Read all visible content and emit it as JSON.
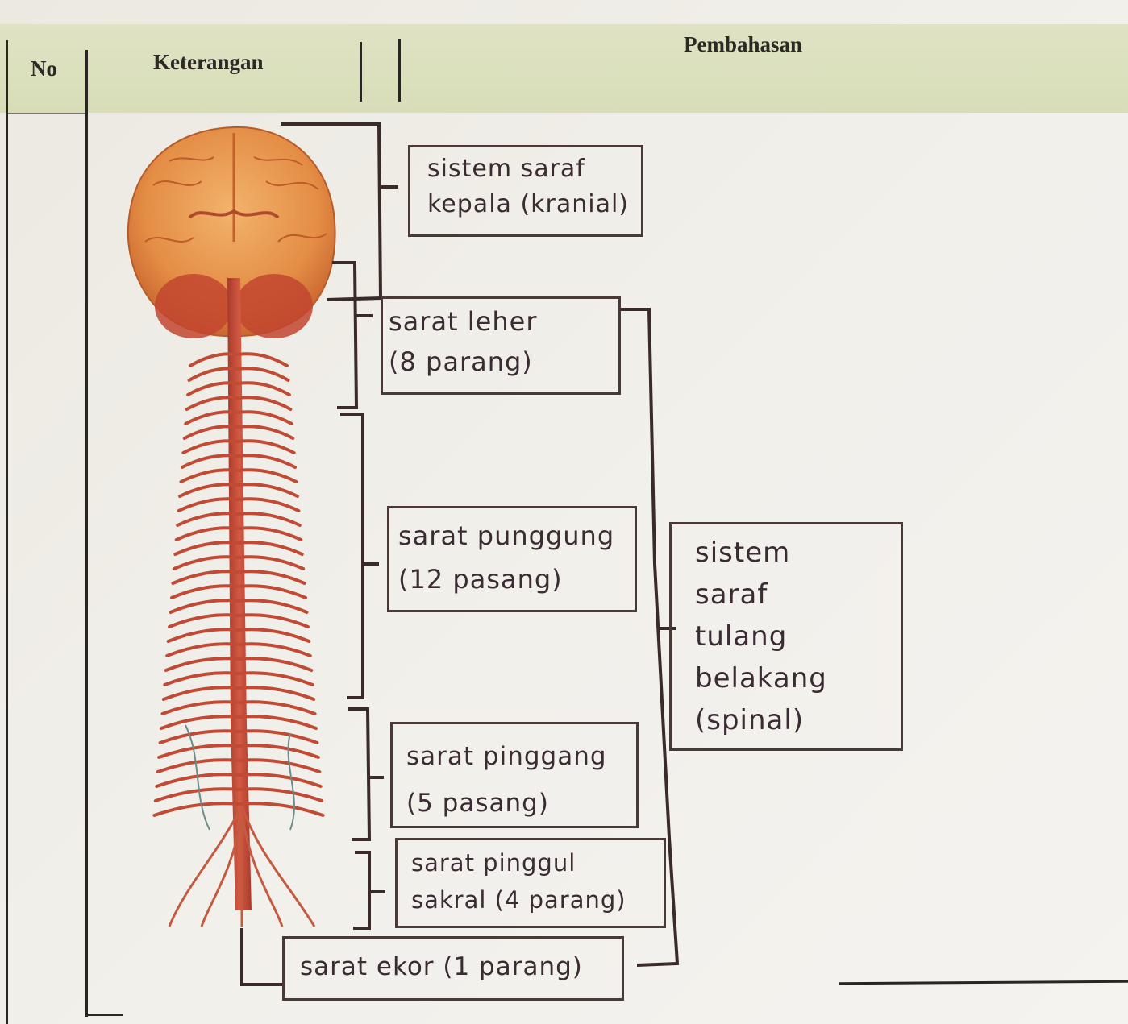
{
  "table": {
    "headers": {
      "no": "No",
      "keterangan": "Keterangan",
      "pembahasan": "Pembahasan"
    }
  },
  "annotations": {
    "kepala": "sistem saraf\nkepala (kranial)",
    "leher": "sarat leher\n(8 parang)",
    "punggung": "sarat punggung\n(12 pasang)",
    "pinggang": "sarat pinggang\n(5 pasang)",
    "pinggul": "sarat pinggul\nsakral (4 parang)",
    "ekor": "sarat ekor (1 parang)",
    "spinal": "sistem\nsaraf\ntulang\nbelakang\n(spinal)"
  },
  "colors": {
    "header_band": "#d8ddb8",
    "ink": "#3b2c33",
    "nerve": "#b5412f",
    "brain": "#e79a52"
  },
  "illustration": {
    "icon": "nervous-system-illustration"
  }
}
